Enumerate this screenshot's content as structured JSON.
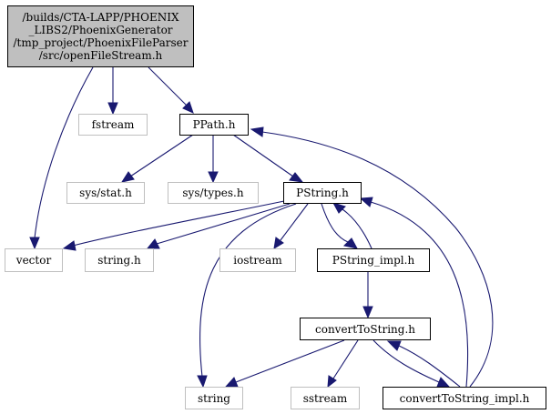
{
  "graph": {
    "root": {
      "lines": [
        "/builds/CTA-LAPP/PHOENIX",
        "_LIBS2/PhoenixGenerator",
        "/tmp_project/PhoenixFileParser",
        "/src/openFileStream.h"
      ]
    },
    "nodes": {
      "fstream": "fstream",
      "ppath": "PPath.h",
      "vector": "vector",
      "sys_stat": "sys/stat.h",
      "sys_types": "sys/types.h",
      "pstring": "PString.h",
      "string_h": "string.h",
      "iostream": "iostream",
      "pstring_impl": "PString_impl.h",
      "string": "string",
      "convert": "convertToString.h",
      "sstream": "sstream",
      "convert_impl": "convertToString_impl.h"
    },
    "colors": {
      "edge": "#191970",
      "root_fill": "#bfbfbf",
      "external_border": "#bfbfbf",
      "local_border": "#000000"
    }
  }
}
